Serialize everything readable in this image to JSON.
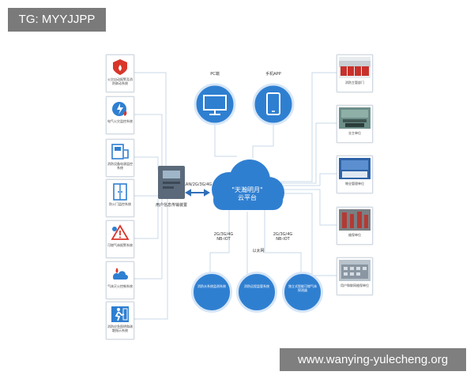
{
  "tag": "TG: MYYJJPP",
  "watermark": "www.wanying-yulecheng.org",
  "top": {
    "pc_label": "PC端",
    "app_label": "手机APP"
  },
  "cloud": {
    "title_line1": "\"天瀚明月\"",
    "title_line2": "云平台",
    "link_label": "LAN/2G/3G/4G"
  },
  "device": {
    "label": "用户信息传输装置"
  },
  "left_systems": [
    {
      "label": "火灾自动报警及消防联动系统",
      "icon": "fire-alarm-icon",
      "color": "#d9362b"
    },
    {
      "label": "电气火灾监控系统",
      "icon": "electric-fire-icon",
      "color": "#2f7fd1"
    },
    {
      "label": "消防设备电源监控系统",
      "icon": "power-monitor-icon",
      "color": "#2f7fd1"
    },
    {
      "label": "防火门监控系统",
      "icon": "fire-door-icon",
      "color": "#2f7fd1"
    },
    {
      "label": "可燃气体报警系统",
      "icon": "gas-alarm-icon",
      "color": "#2f7fd1"
    },
    {
      "label": "气体灭火控制系统",
      "icon": "gas-extinguish-icon",
      "color": "#2f7fd1"
    },
    {
      "label": "消防应急照明和疏散指示系统",
      "icon": "emergency-exit-icon",
      "color": "#2f7fd1"
    }
  ],
  "right_units": [
    {
      "label": "消防主管部门",
      "photo": "fire-trucks-photo"
    },
    {
      "label": "业主单位",
      "photo": "control-room-photo"
    },
    {
      "label": "物业管理单位",
      "photo": "monitoring-center-photo"
    },
    {
      "label": "维保单位",
      "photo": "maintenance-photo"
    },
    {
      "label": "用户和联网维保单位",
      "photo": "building-photo"
    }
  ],
  "bottom": {
    "link_left": "2G/3G/4G NB-IOT",
    "link_mid": "以太网",
    "link_right": "2G/3G/4G NB-IOT",
    "nodes": [
      {
        "label": "消防水系统监测系统"
      },
      {
        "label": "消防远程监管系统"
      },
      {
        "label": "独立式智能可燃气体探测器"
      }
    ]
  }
}
